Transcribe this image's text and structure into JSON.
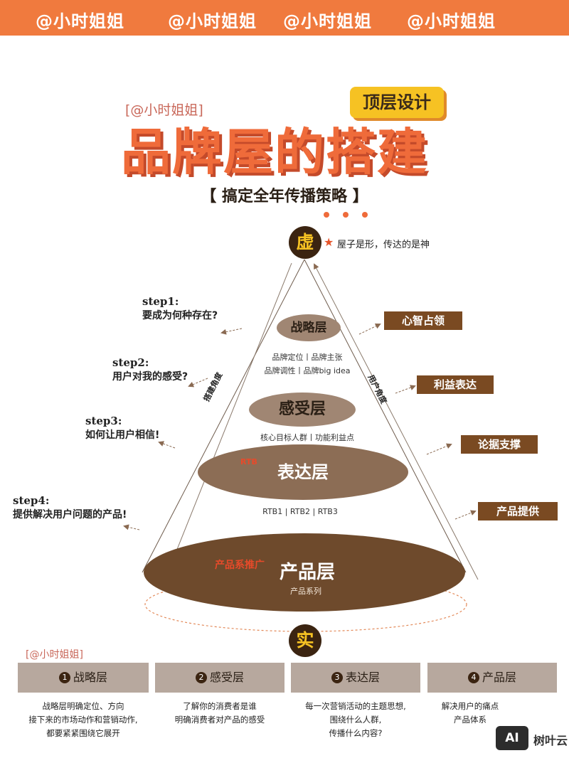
{
  "banner": {
    "items": [
      "@小时姐姐",
      "@小时姐姐",
      "@小时姐姐",
      "@小时姐姐"
    ]
  },
  "header": {
    "handle": "[@小时姐姐]",
    "tag": "顶层设计",
    "title": "品牌屋的搭建",
    "subtitle": "【 搞定全年传播策略 】"
  },
  "top_marker": {
    "char": "虚",
    "note": "屋子是形，传达的是神"
  },
  "bottom_marker": {
    "char": "实"
  },
  "steps": [
    {
      "label": "step1:",
      "question": "要成为何种存在?"
    },
    {
      "label": "step2:",
      "question": "用户对我的感受?"
    },
    {
      "label": "step3:",
      "question": "如何让用户相信!"
    },
    {
      "label": "step4:",
      "question": "提供解决用户问题的产品!"
    }
  ],
  "right_boxes": [
    "心智占领",
    "利益表达",
    "论据支撑",
    "产品提供"
  ],
  "side_labels": {
    "left": "搭建角度",
    "right": "用户角度"
  },
  "layers": [
    {
      "name": "战略层",
      "details": [
        "品牌定位丨品牌主张",
        "品牌调性丨品牌big idea"
      ]
    },
    {
      "name": "感受层",
      "details": [
        "核心目标人群丨功能利益点"
      ]
    },
    {
      "name": "表达层",
      "details": [
        "RTB1 | RTB2 | RTB3"
      ],
      "tag": "RTB"
    },
    {
      "name": "产品层",
      "details": [
        "产品系列"
      ],
      "tag": "产品系推广"
    }
  ],
  "table": {
    "handle": "[@小时姐姐]",
    "columns": [
      {
        "num": "1",
        "title": "战略层",
        "lines": [
          "战略层明确定位、方向",
          "接下来的市场动作和营销动作,",
          "都要紧紧围绕它展开"
        ]
      },
      {
        "num": "2",
        "title": "感受层",
        "lines": [
          "了解你的消费者是谁",
          "明确消费者对产品的感受"
        ]
      },
      {
        "num": "3",
        "title": "表达层",
        "lines": [
          "每一次营销活动的主题思想,",
          "围绕什么人群,",
          "传播什么内容?"
        ]
      },
      {
        "num": "4",
        "title": "产品层",
        "lines": [
          "解决用户的痛点",
          "产品体系"
        ]
      }
    ]
  },
  "watermark": {
    "logo": "AI",
    "text": "树叶云"
  },
  "colors": {
    "banner": "#f07a3e",
    "accent": "#ef6b3a",
    "tag": "#f6c223",
    "layer_dark": "#6e4a2c",
    "layer_mid": "#8a6a52",
    "layer_light": "#a08673",
    "box_brown": "#7a4a22"
  }
}
